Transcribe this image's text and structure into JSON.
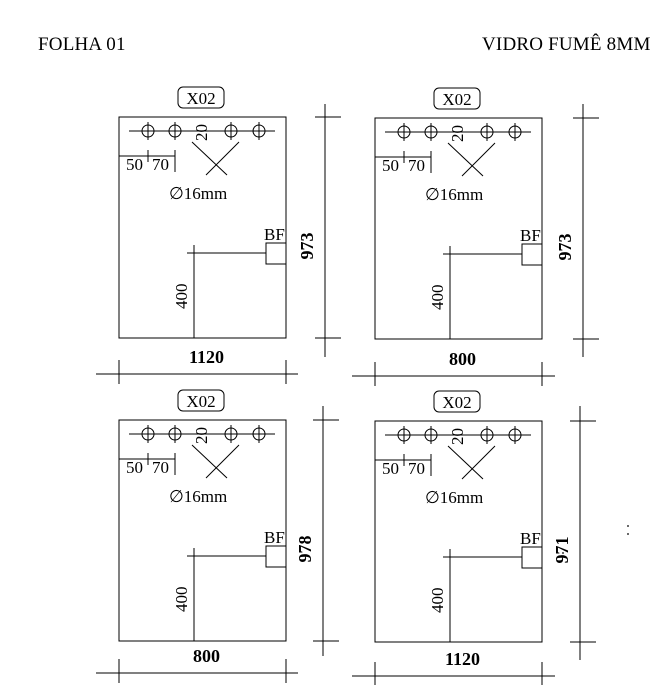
{
  "header": {
    "sheet": "FOLHA 01",
    "spec": "VIDRO FUMÊ 8MM"
  },
  "panels": [
    {
      "tag": "X02",
      "width_label": "1120",
      "height_label": "973",
      "hole_x1": "50",
      "hole_x2": "70",
      "hole_y": "20",
      "hole_diameter": "∅16mm",
      "cutout_label": "BF",
      "cutout_height": "400"
    },
    {
      "tag": "X02",
      "width_label": "800",
      "height_label": "973",
      "hole_x1": "50",
      "hole_x2": "70",
      "hole_y": "20",
      "hole_diameter": "∅16mm",
      "cutout_label": "BF",
      "cutout_height": "400"
    },
    {
      "tag": "X02",
      "width_label": "800",
      "height_label": "978",
      "hole_x1": "50",
      "hole_x2": "70",
      "hole_y": "20",
      "hole_diameter": "∅16mm",
      "cutout_label": "BF",
      "cutout_height": "400"
    },
    {
      "tag": "X02",
      "width_label": "1120",
      "height_label": "971",
      "hole_x1": "50",
      "hole_x2": "70",
      "hole_y": "20",
      "hole_diameter": "∅16mm",
      "cutout_label": "BF",
      "cutout_height": "400"
    }
  ]
}
